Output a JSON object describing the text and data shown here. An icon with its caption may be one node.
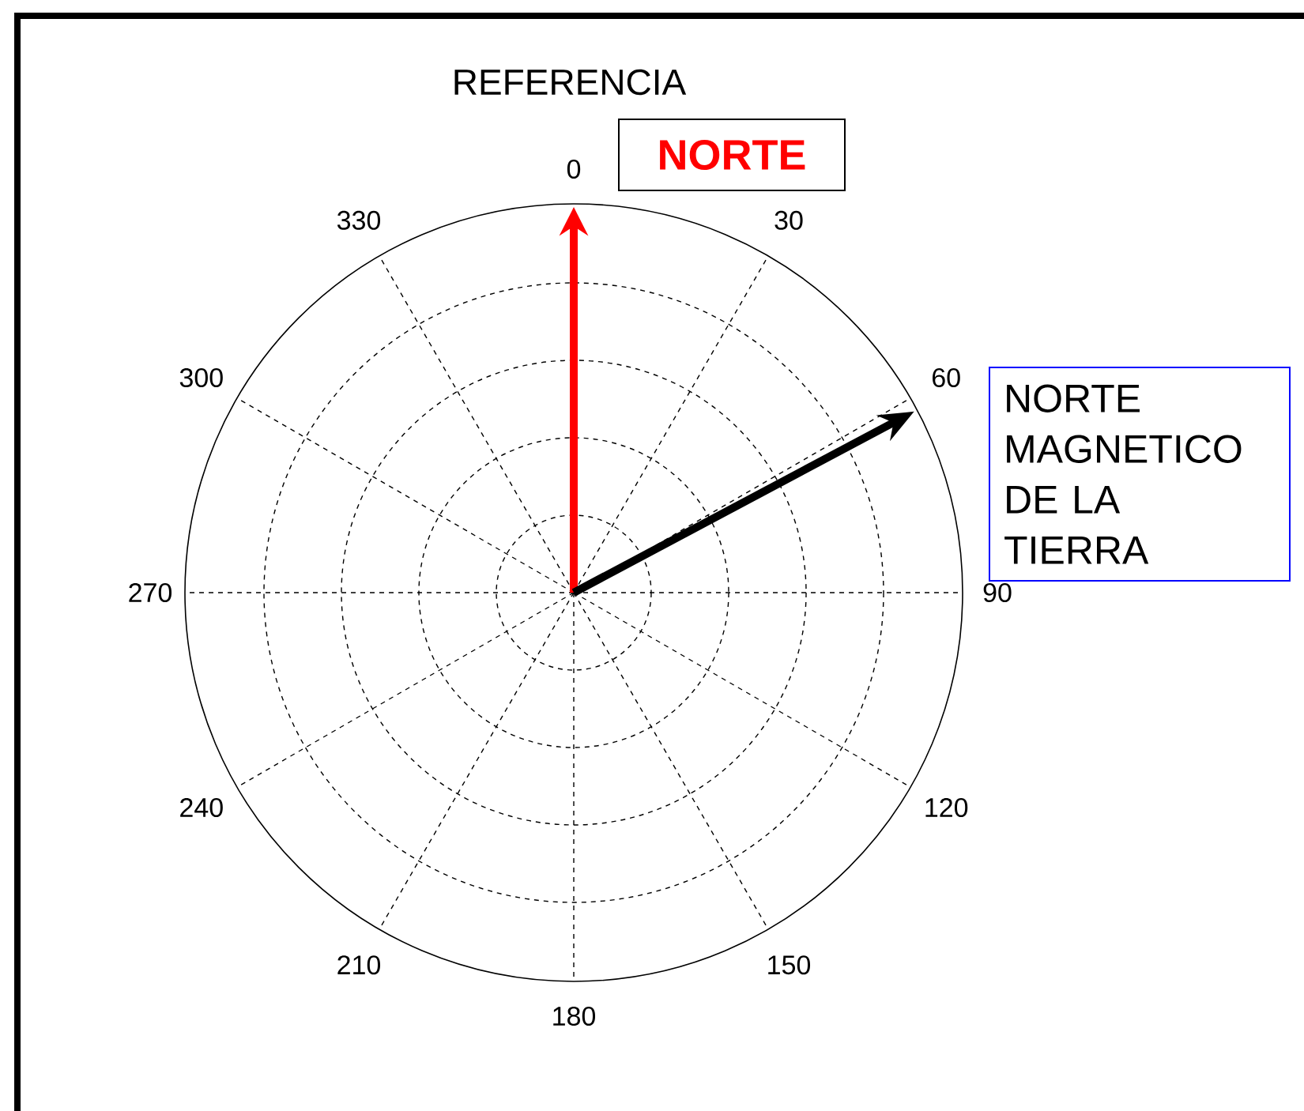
{
  "diagram": {
    "nodes": [
      {
        "text": [
          "NORTE"
        ]
      },
      {
        "text": [
          "NORTE MAGNETICO DE LA TIERRA"
        ]
      }
    ],
    "labels": [
      "REFERENCIA",
      "0",
      "30",
      "60",
      "90",
      "120",
      "150",
      "180",
      "210",
      "240",
      "270",
      "300",
      "330"
    ]
  }
}
